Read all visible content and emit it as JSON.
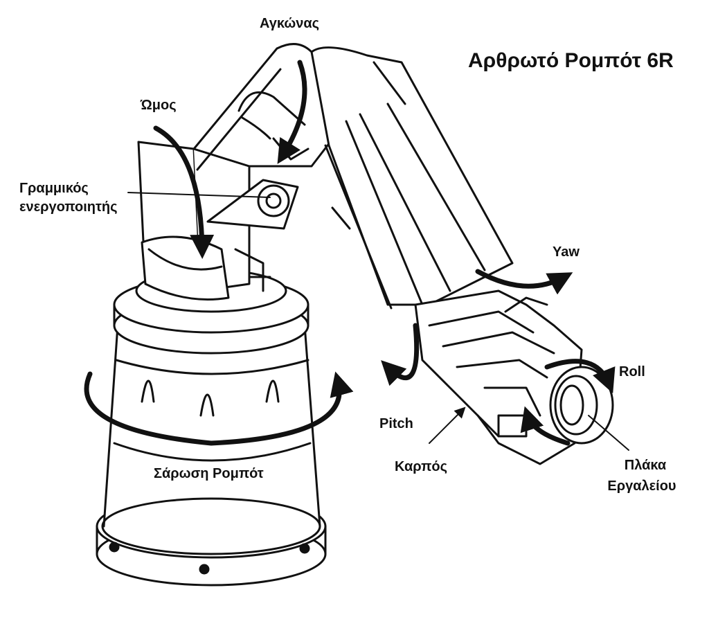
{
  "diagram": {
    "title": "Αρθρωτό Ρομπότ 6R",
    "labels": {
      "elbow": "Αγκώνας",
      "shoulder": "Ώμος",
      "linear_actuator_1": "Γραμμικός",
      "linear_actuator_2": "ενεργοποιητής",
      "yaw": "Yaw",
      "roll": "Roll",
      "pitch": "Pitch",
      "wrist": "Καρπός",
      "base_sweep": "Σάρωση Ρομπότ",
      "tool_plate_1": "Πλάκα",
      "tool_plate_2": "Εργαλείου"
    },
    "colors": {
      "line": "#111111",
      "background": "#ffffff"
    }
  }
}
